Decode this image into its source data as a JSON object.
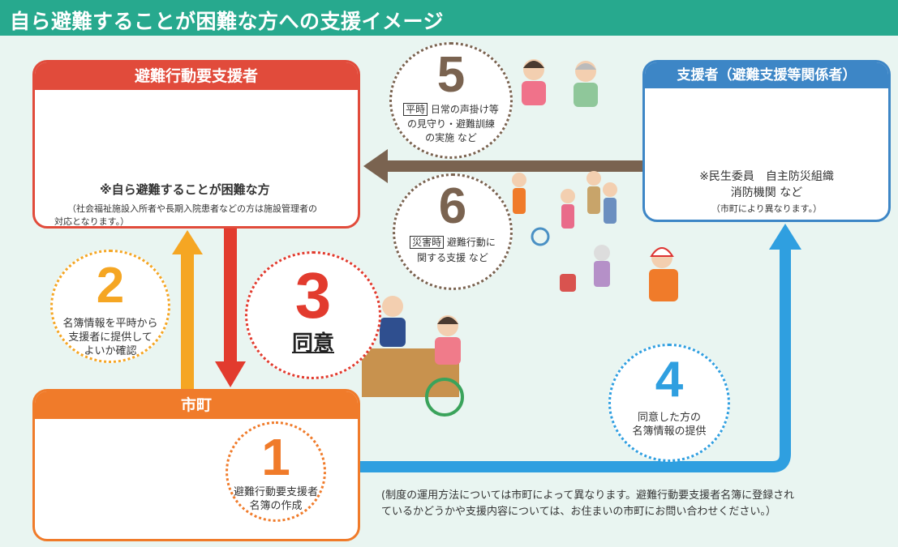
{
  "title": "自ら避難することが困難な方への支援イメージ",
  "requirer": {
    "header": "避難行動要支援者",
    "note_bold": "※自ら避難することが困難な方",
    "note_small_1": "（社会福祉施設入所者や長期入院患者などの方は施設管理者の",
    "note_small_2": "対応となります。）"
  },
  "supporter": {
    "header": "支援者（避難支援等関係者）",
    "line1": "※民生委員　自主防災組織",
    "line2": "消防機関 など",
    "line3": "（市町により異なります。）"
  },
  "city": {
    "header": "市町"
  },
  "steps": {
    "s1": {
      "number": "1",
      "line1": "避難行動要支援者",
      "line2": "名簿の作成"
    },
    "s2": {
      "number": "2",
      "line1": "名簿情報を平時から",
      "line2": "支援者に提供して",
      "line3": "よいか確認"
    },
    "s3": {
      "number": "3",
      "label": "同意"
    },
    "s4": {
      "number": "4",
      "line1": "同意した方の",
      "line2": "名簿情報の提供"
    },
    "s5": {
      "number": "5",
      "tag": "平時",
      "line1": "日常の声掛け等",
      "line2": "の見守り・避難訓練",
      "line3": "の実施 など"
    },
    "s6": {
      "number": "6",
      "tag": "災害時",
      "line1": "避難行動に",
      "line2": "関する支援 など"
    }
  },
  "footnote": {
    "line1": "(制度の運用方法については市町によって異なります。避難行動要支援者名簿に登録され",
    "line2": "ているかどうかや支援内容については、お住まいの市町にお問い合わせください。）"
  },
  "colors": {
    "title_bg": "#27a98e",
    "requirer": "#e14b3b",
    "supporter": "#3d86c6",
    "city": "#f07b2a",
    "arrow_orange": "#f5a623",
    "arrow_red": "#e23b2e",
    "arrow_blue": "#2f9fe0",
    "arrow_brown": "#7a6350"
  }
}
